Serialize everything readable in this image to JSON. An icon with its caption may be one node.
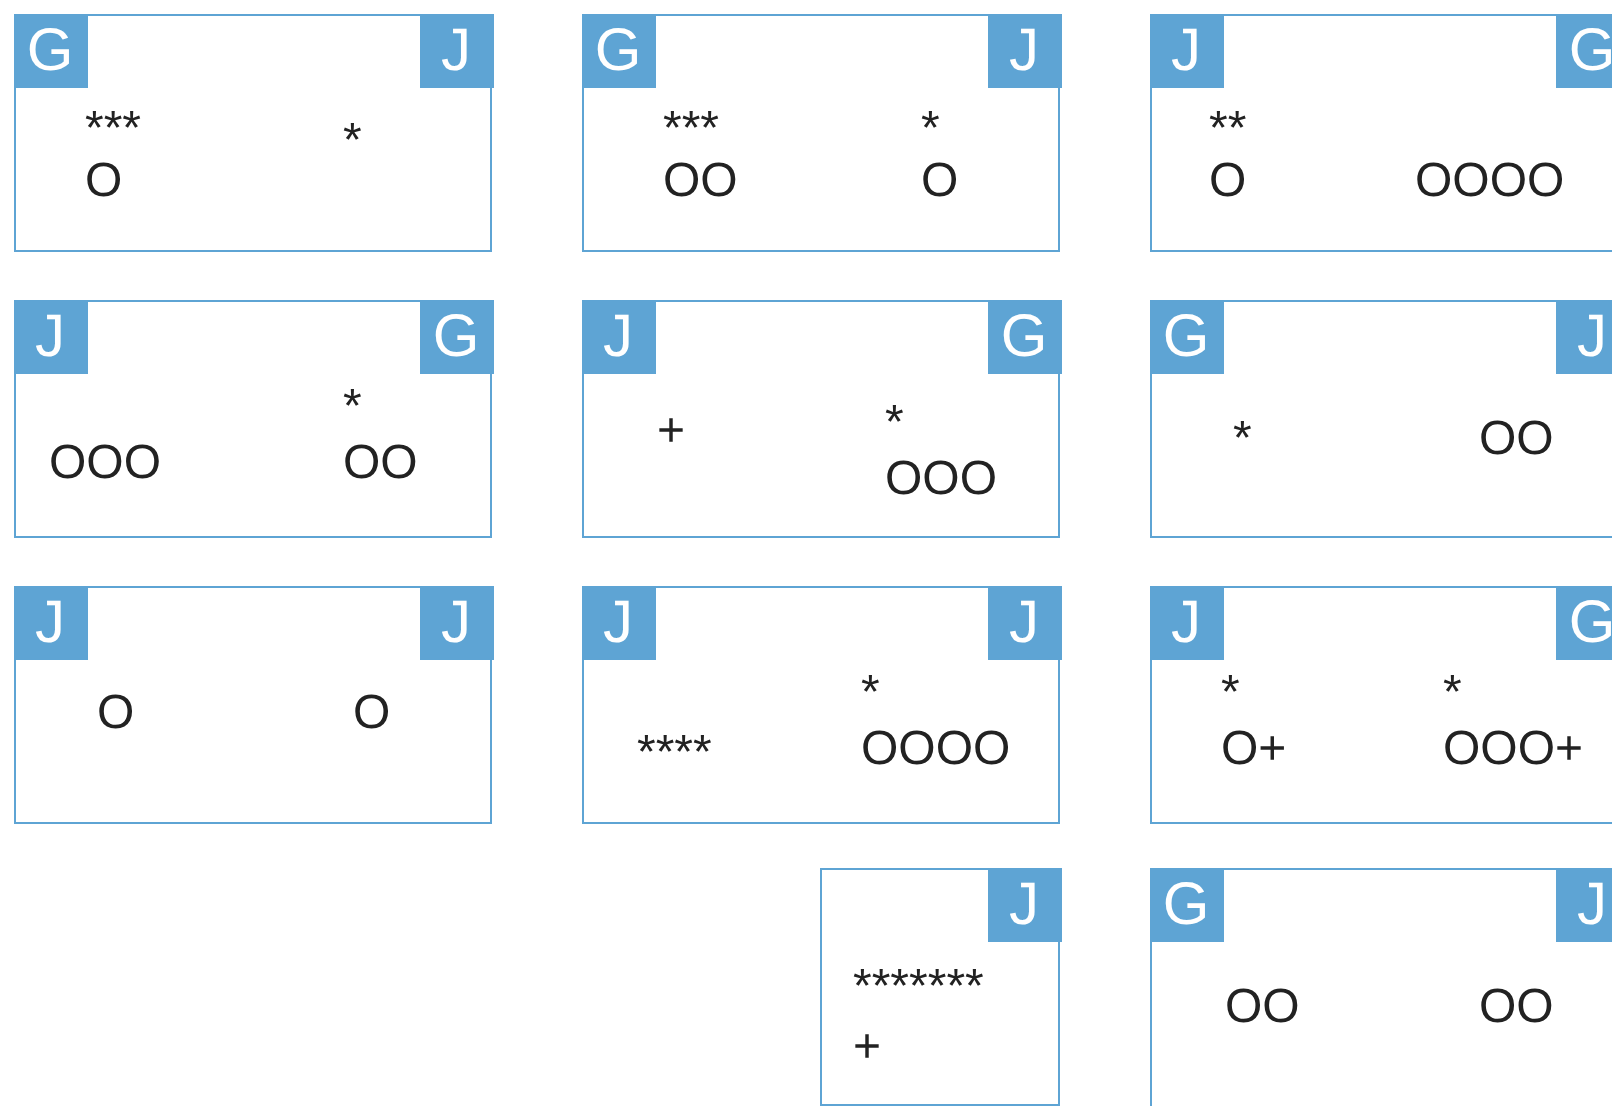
{
  "diagram": {
    "nodes": [
      {
        "text": [
          "***",
          "O",
          "*"
        ]
      },
      {
        "text": [
          "G"
        ],
        "in": 0
      },
      {
        "text": [
          "J"
        ],
        "in": 0
      },
      {
        "text": [
          "***",
          "OO",
          "*",
          "O"
        ]
      },
      {
        "text": [
          "G"
        ],
        "in": 3
      },
      {
        "text": [
          "J"
        ],
        "in": 3
      },
      {
        "text": [
          "**",
          "O",
          "OOOO"
        ]
      },
      {
        "text": [
          "J"
        ],
        "in": 6
      },
      {
        "text": [
          "G"
        ],
        "in": 6
      },
      {
        "text": [
          "OOO",
          "*",
          "OO"
        ]
      },
      {
        "text": [
          "J"
        ],
        "in": 9
      },
      {
        "text": [
          "G"
        ],
        "in": 9
      },
      {
        "text": [
          "+",
          "*",
          "OOO"
        ]
      },
      {
        "text": [
          "J"
        ],
        "in": 12
      },
      {
        "text": [
          "G"
        ],
        "in": 12
      },
      {
        "text": [
          "*",
          "OO"
        ]
      },
      {
        "text": [
          "G"
        ],
        "in": 15
      },
      {
        "text": [
          "J"
        ],
        "in": 15
      },
      {
        "text": [
          "O",
          "O"
        ]
      },
      {
        "text": [
          "J"
        ],
        "in": 18
      },
      {
        "text": [
          "J"
        ],
        "in": 18
      },
      {
        "text": [
          "****",
          "*",
          "OOOO"
        ]
      },
      {
        "text": [
          "J"
        ],
        "in": 21
      },
      {
        "text": [
          "J"
        ],
        "in": 21
      },
      {
        "text": [
          "*",
          "O+",
          "*",
          "OOO+"
        ]
      },
      {
        "text": [
          "J"
        ],
        "in": 24
      },
      {
        "text": [
          "G"
        ],
        "in": 24
      },
      {
        "text": [
          "*******",
          "+"
        ]
      },
      {
        "text": [
          "J"
        ],
        "in": 27
      },
      {
        "text": [
          "OO",
          "OO"
        ]
      },
      {
        "text": [
          "G"
        ],
        "in": 29
      },
      {
        "text": [
          "J"
        ],
        "in": 29
      }
    ]
  }
}
